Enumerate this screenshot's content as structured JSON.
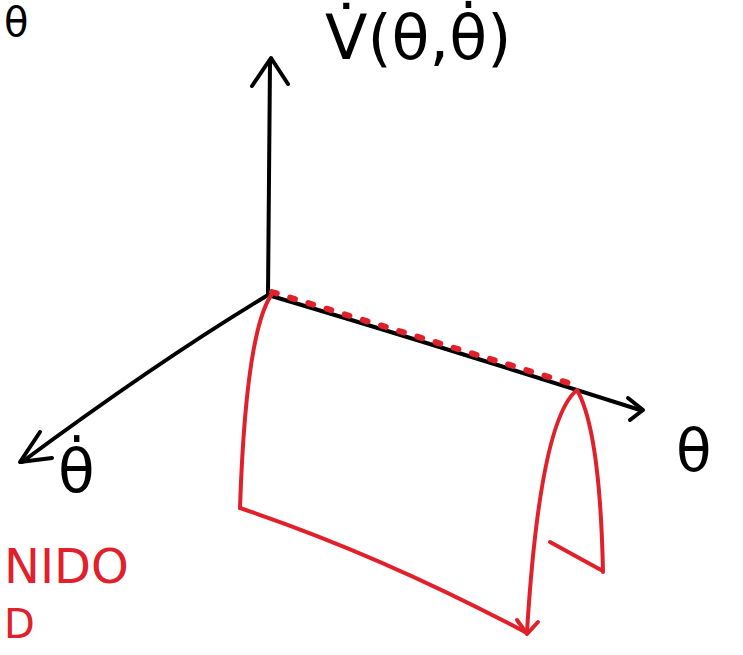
{
  "diagram": {
    "labels": [
      "θ",
      "V̇(θ,θ̇)",
      "θ̇",
      "θ",
      "NIDO",
      "D"
    ]
  }
}
